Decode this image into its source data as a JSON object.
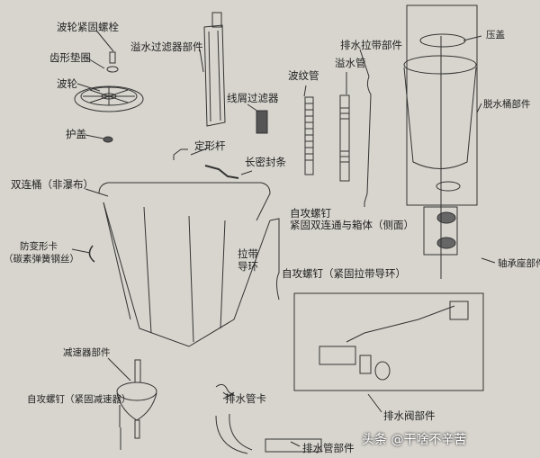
{
  "labels": {
    "impeller_bolt": "波轮紧固螺栓",
    "toothed_washer": "齿形垫圈",
    "impeller": "波轮",
    "cover": "护盖",
    "overflow_filter": "溢水过滤器部件",
    "lint_filter": "线屑过滤器",
    "shaping_rod": "定形杆",
    "long_seal": "长密封条",
    "twin_tub": "双连桶（非瀑布）",
    "anti_deform_clip": "防变形卡",
    "anti_deform_clip_note": "（碳素弹簧钢丝）",
    "corrugated_pipe": "波纹管",
    "overflow_pipe": "溢水管",
    "drain_strap": "排水拉带部件",
    "press_cover": "压盖",
    "spin_tub": "脱水桶部件",
    "screw_side": "自攻螺钉",
    "screw_side_note": "紧固双连通与箱体（侧面）",
    "strap_guide_1": "拉带",
    "strap_guide_2": "导环",
    "screw_guide": "自攻螺钉（紧固拉带导环）",
    "bearing_seat": "轴承座部件",
    "reducer": "减速器部件",
    "screw_reducer": "自攻螺钉（紧固减速器）",
    "drain_clip": "排水管卡",
    "drain_valve": "排水阀部件",
    "drain_hose": "排水管部件"
  },
  "watermark": "头条 @干啥不辛苦"
}
